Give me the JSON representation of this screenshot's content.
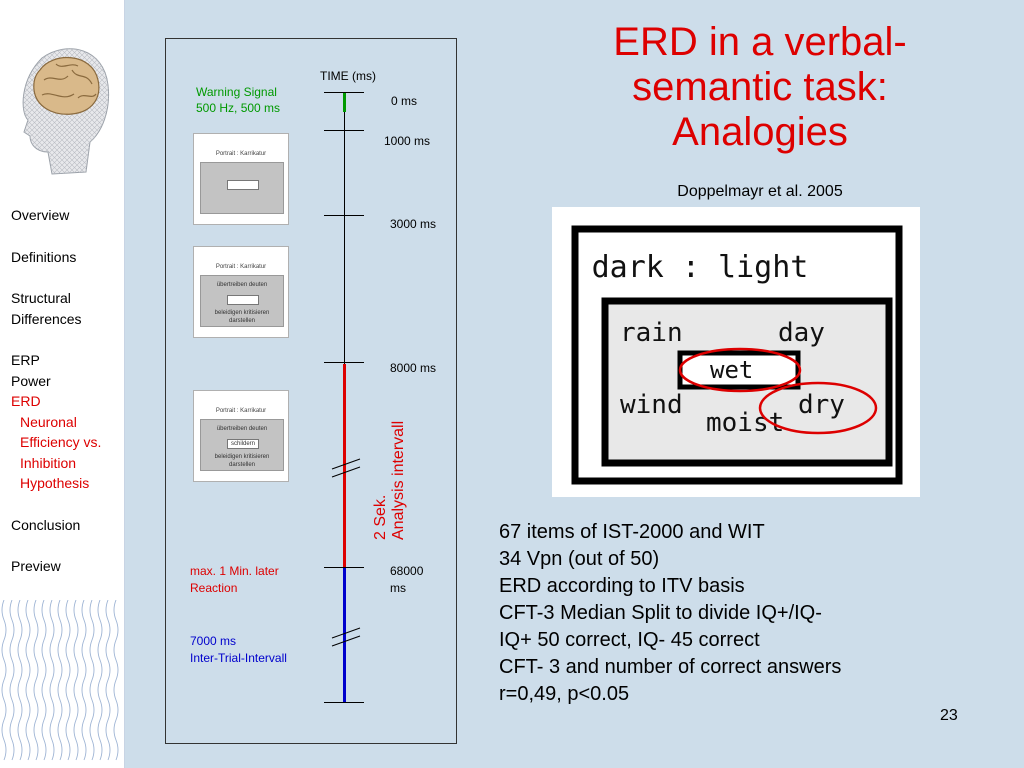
{
  "sidebar": {
    "nav": [
      {
        "label": "Overview",
        "style": "normal"
      },
      {
        "label": "Definitions",
        "style": "normal"
      },
      {
        "label": "Structural Differences",
        "style": "normal"
      },
      {
        "label": "ERP",
        "style": "normal"
      },
      {
        "label": "Power",
        "style": "normal"
      },
      {
        "label": "ERD",
        "style": "red"
      },
      {
        "label": "Neuronal Efficiency vs. Inhibition Hypothesis",
        "style": "red-sub"
      },
      {
        "label": "Conclusion",
        "style": "normal"
      },
      {
        "label": "Preview",
        "style": "normal"
      }
    ]
  },
  "slide": {
    "title": "ERD in a verbal-semantic task: Analogies",
    "title_lines": [
      "ERD in a verbal-",
      "semantic task:",
      "Analogies"
    ],
    "citation": "Doppelmayr et al. 2005",
    "page_number": "23",
    "info_lines": [
      "67 items of IST-2000 and WIT",
      "34 Vpn (out of 50)",
      "ERD according to ITV basis",
      "CFT-3 Median Split to divide IQ+/IQ-",
      "IQ+ 50 correct, IQ- 45 correct",
      "CFT- 3 and number of correct answers",
      "r=0,49, p<0.05"
    ]
  },
  "timeline": {
    "axis_title": "TIME (ms)",
    "warning_line1": "Warning Signal",
    "warning_line2": "500 Hz, 500 ms",
    "t0": "0 ms",
    "t1000": "1000 ms",
    "t3000": "3000 ms",
    "t8000": "8000 ms",
    "t68000_line1": "68000",
    "t68000_line2": "ms",
    "reaction_line1": "max. 1 Min. later",
    "reaction_line2": "Reaction",
    "iti_line1": "7000 ms",
    "iti_line2": "Inter-Trial-Intervall",
    "analysis_line1": "2 Sek.",
    "analysis_line2": "Analysis intervall",
    "screen_caption": "Portrait : Karrikatur",
    "screen_row1": "übertreiben    deuten",
    "screen_row2": "beleidigen   kritisieren",
    "screen_row3": "darstellen",
    "screen_answer": "schildern",
    "colors": {
      "warning": "#009900",
      "analysis": "#dd0000",
      "iti": "#0000cc"
    }
  },
  "analogy": {
    "top_pair": "dark  :  light",
    "words": [
      "rain",
      "day",
      "wet",
      "wind",
      "moist",
      "dry"
    ]
  },
  "colors": {
    "accent": "#dd0000",
    "background": "#cdddea"
  }
}
